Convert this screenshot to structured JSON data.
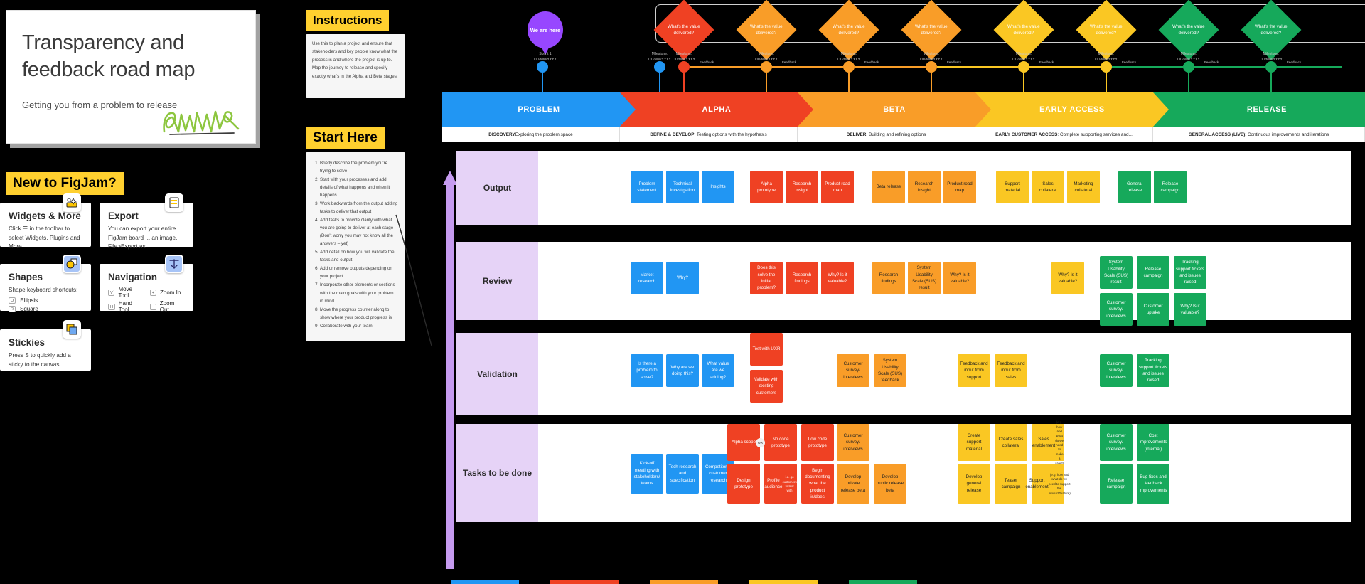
{
  "title_card": {
    "heading": "Transparency and feedback road map",
    "subheading": "Getting you from a problem to release",
    "signature_alt": "signature"
  },
  "figjam": {
    "tag": "New to FigJam?",
    "cards": [
      {
        "title": "Widgets & More",
        "icon": "widgets-icon",
        "body": "Click ☰ in the toolbar to select Widgets, Plugins and More"
      },
      {
        "title": "Export",
        "icon": "export-icon",
        "body": "You can export your entire FigJam board ... an image. File>Export as"
      },
      {
        "title": "Shapes",
        "icon": "shapes-icon",
        "body": "Shape keyboard shortcuts:",
        "shortcuts": [
          {
            "key": "O",
            "label": "Ellipsis"
          },
          {
            "key": "R",
            "label": "Square"
          }
        ]
      },
      {
        "title": "Navigation",
        "icon": "navigation-icon",
        "body": "",
        "shortcuts": [
          {
            "key": "V",
            "label": "Move Tool"
          },
          {
            "key": "+",
            "label": "Zoom In"
          },
          {
            "key": "H",
            "label": "Hand Tool"
          },
          {
            "key": "-",
            "label": "Zoom Out"
          }
        ]
      },
      {
        "title": "Stickies",
        "icon": "sticky-icon",
        "body": "Press S to quickly add a sticky to the canvas"
      }
    ]
  },
  "instructions": {
    "tag": "Instructions",
    "body": "Use this to plan a project and ensure that stakeholders and key people know what the process is and where the project is up to. Map the journey to release and specify exactly what's in the Alpha and Beta stages."
  },
  "start_here": {
    "tag": "Start Here",
    "steps": [
      "Briefly describe the problem you're trying to solve",
      "Start with your processes and add details of what happens and when it happens",
      "Work backwards from the output adding tasks to deliver that output",
      "Add tasks to provide clarity with what you are going to deliver at each stage (Don't worry you may not know all the answers – yet)",
      "Add detail on how you will validate the tasks and output",
      "Add or remove outputs depending on your project",
      "Incorporate other elements or sections with the main goals with your problem in mind",
      "Move the progress counter along to show where your product progress is",
      "Collaborate with your team"
    ]
  },
  "timeline": {
    "we_are_here": "We are here",
    "sprint_label": "Sprint 1",
    "sprint_date": "DD/MM/YYYY",
    "milestone_label": "Milestone:",
    "milestone_date": "DD/MM/YYYY",
    "diamond_text": "What's the value delivered?",
    "feedback_label": "Feedback"
  },
  "phases": [
    {
      "name": "PROBLEM",
      "color": "#2196F3",
      "sub_bold": "DISCOVERY",
      "sub_rest": " Exploring the problem space"
    },
    {
      "name": "ALPHA",
      "color": "#EF4123",
      "sub_bold": "DEFINE & DEVELOP",
      "sub_rest": ": Testing options with the hypothesis"
    },
    {
      "name": "BETA",
      "color": "#F99D28",
      "sub_bold": "DELIVER",
      "sub_rest": ": Building and refining options"
    },
    {
      "name": "EARLY ACCESS",
      "color": "#FAC723",
      "sub_bold": "EARLY CUSTOMER ACCESS",
      "sub_rest": ": Complete supporting services and..."
    },
    {
      "name": "RELEASE",
      "color": "#16A95B",
      "sub_bold": "GENERAL ACCESS (LIVE)",
      "sub_rest": ": Continuous improvements and iterations"
    }
  ],
  "lanes": [
    {
      "label": "Output",
      "notes": [
        {
          "text": "Problem statement",
          "phase": "problem"
        },
        {
          "text": "Technical investigation",
          "phase": "problem"
        },
        {
          "text": "Insights",
          "phase": "problem"
        },
        {
          "text": "Alpha prototype",
          "phase": "alpha"
        },
        {
          "text": "Research insight",
          "phase": "alpha"
        },
        {
          "text": "Product road map",
          "phase": "alpha"
        },
        {
          "text": "Beta release",
          "phase": "beta"
        },
        {
          "text": "Research insight",
          "phase": "beta"
        },
        {
          "text": "Product road map",
          "phase": "beta"
        },
        {
          "text": "Support material",
          "phase": "early"
        },
        {
          "text": "Sales collateral",
          "phase": "early"
        },
        {
          "text": "Marketing collateral",
          "phase": "early"
        },
        {
          "text": "General release",
          "phase": "release"
        },
        {
          "text": "Release campaign",
          "phase": "release"
        }
      ]
    },
    {
      "label": "Review",
      "notes": [
        {
          "text": "Market research",
          "phase": "problem"
        },
        {
          "text": "Why?",
          "phase": "problem"
        },
        {
          "text": "Does this solve the initial problem?",
          "phase": "alpha"
        },
        {
          "text": "Research findings",
          "phase": "alpha"
        },
        {
          "text": "Why? Is it valuable?",
          "phase": "alpha"
        },
        {
          "text": "Research findings",
          "phase": "beta"
        },
        {
          "text": "System Usability Scale (SUS) result",
          "phase": "beta"
        },
        {
          "text": "Why? Is it valuable?",
          "phase": "beta"
        },
        {
          "text": "Why? Is it valuable?",
          "phase": "early"
        },
        {
          "text": "System Usability Scale (SUS) result",
          "phase": "release"
        },
        {
          "text": "Release campaign",
          "phase": "release"
        },
        {
          "text": "Tracking support tickets and issues raised",
          "phase": "release"
        },
        {
          "text": "Customer survey/ interviews",
          "phase": "release"
        },
        {
          "text": "Customer uptake",
          "phase": "release"
        },
        {
          "text": "Why? Is it valuable?",
          "phase": "release"
        }
      ]
    },
    {
      "label": "Validation",
      "notes": [
        {
          "text": "Is there a problem to solve?",
          "phase": "problem"
        },
        {
          "text": "Why are we doing this?",
          "phase": "problem"
        },
        {
          "text": "What value are we adding?",
          "phase": "problem"
        },
        {
          "text": "Test with UXR",
          "phase": "alpha"
        },
        {
          "text": "Validate with existing customers",
          "phase": "alpha"
        },
        {
          "text": "Customer survey/ interviews",
          "phase": "beta"
        },
        {
          "text": "System Usability Scale (SUS) feedback",
          "phase": "beta"
        },
        {
          "text": "Feedback and input from support",
          "phase": "early"
        },
        {
          "text": "Feedback and input from sales",
          "phase": "early"
        },
        {
          "text": "Customer survey/ interviews",
          "phase": "release"
        },
        {
          "text": "Tracking support tickets and issues raised",
          "phase": "release"
        }
      ]
    },
    {
      "label": "Tasks to be done",
      "notes": [
        {
          "text": "Kick-off meeting with stakeholders/ teams",
          "phase": "problem"
        },
        {
          "text": "Tech research and specification",
          "phase": "problem"
        },
        {
          "text": "Competitor & customer research",
          "phase": "problem"
        },
        {
          "text": "Alpha scope",
          "phase": "alpha"
        },
        {
          "text": "No code prototype",
          "phase": "alpha"
        },
        {
          "text": "Low code prototype",
          "phase": "alpha"
        },
        {
          "text": "Design prototype",
          "phase": "alpha"
        },
        {
          "text": "Profile audience",
          "sub": "i.e. go customers to test with",
          "phase": "alpha"
        },
        {
          "text": "Begin documenting what the product is/does",
          "phase": "alpha"
        },
        {
          "text": "Customer survey/ interviews",
          "phase": "beta"
        },
        {
          "text": "Develop private release beta",
          "phase": "beta"
        },
        {
          "text": "Develop public release beta",
          "phase": "beta"
        },
        {
          "text": "Create support material",
          "phase": "early"
        },
        {
          "text": "Create sales collateral",
          "phase": "early"
        },
        {
          "text": "Sales enablement",
          "sub": "(e.g. how and what do we need to make a sale?)",
          "phase": "early"
        },
        {
          "text": "Develop general release",
          "phase": "early"
        },
        {
          "text": "Teaser campaign",
          "phase": "early"
        },
        {
          "text": "Support enablement",
          "sub": "(e.g. how and what do we need to support the product/feature)",
          "phase": "early"
        },
        {
          "text": "Customer survey/ interviews",
          "phase": "release"
        },
        {
          "text": "Cost improvements (internal)",
          "phase": "release"
        },
        {
          "text": "Release campaign",
          "phase": "release"
        },
        {
          "text": "Bug fixes and feedback improvements",
          "phase": "release"
        }
      ],
      "or_badge": "OR"
    }
  ],
  "colors": {
    "problem": "#2196F3",
    "alpha": "#EF4123",
    "beta": "#F99D28",
    "early": "#FAC723",
    "release": "#16A95B",
    "lane_label_bg": "#E6D3F7",
    "accent_purple": "#9747FF",
    "yellow_tag": "#FFD02F"
  }
}
